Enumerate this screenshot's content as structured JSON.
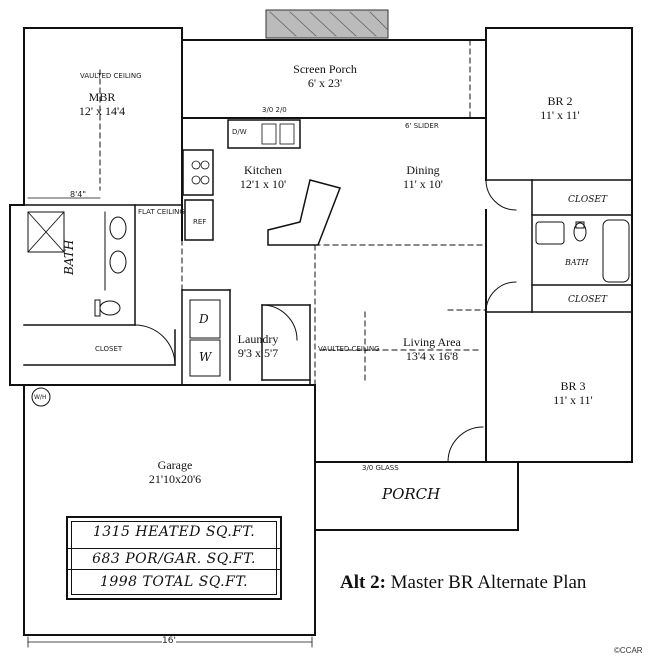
{
  "rooms": {
    "screen_porch": {
      "name": "Screen Porch",
      "dim": "6' x 23'"
    },
    "mbr": {
      "name": "MBR",
      "dim": "12' x 14'4",
      "note": "VAULTED CEILING"
    },
    "br2": {
      "name": "BR 2",
      "dim": "11' x 11'"
    },
    "kitchen": {
      "name": "Kitchen",
      "dim": "12'1 x 10'"
    },
    "dining": {
      "name": "Dining",
      "dim": "11' x 10'"
    },
    "laundry": {
      "name": "Laundry",
      "dim": "9'3 x 5'7"
    },
    "living": {
      "name": "Living Area",
      "dim": "13'4 x 16'8",
      "note": "VAULTED CEILING"
    },
    "br3": {
      "name": "BR 3",
      "dim": "11' x  11'"
    },
    "garage": {
      "name": "Garage",
      "dim": "21'10x20'6"
    }
  },
  "handwritten": {
    "bath_master": "BATH",
    "bath_hall": "BATH",
    "closet_br2": "CLOSET",
    "closet_br3": "CLOSET",
    "closet_master": "CLOSET",
    "porch": "PORCH",
    "dim_8_4": "8'4\"",
    "dim_16": "16'",
    "dw": "D/W",
    "ref": "REF",
    "washer": "W",
    "dryer": "D",
    "flat_ceiling": "FLAT CEILING",
    "water_heater": "W/H",
    "door_porch": "3/0 2/0",
    "door_front": "3/0 GLASS",
    "door_sliding": "6' SLIDER"
  },
  "sqft": {
    "heated": "1315 HEATED SQ.FT.",
    "por_gar": "683 POR/GAR. SQ.FT.",
    "total": "1998 TOTAL SQ.FT."
  },
  "caption": {
    "alt": "Alt 2",
    "colon": ":",
    "text": " Master BR Alternate Plan"
  },
  "watermark": "©CCAR"
}
